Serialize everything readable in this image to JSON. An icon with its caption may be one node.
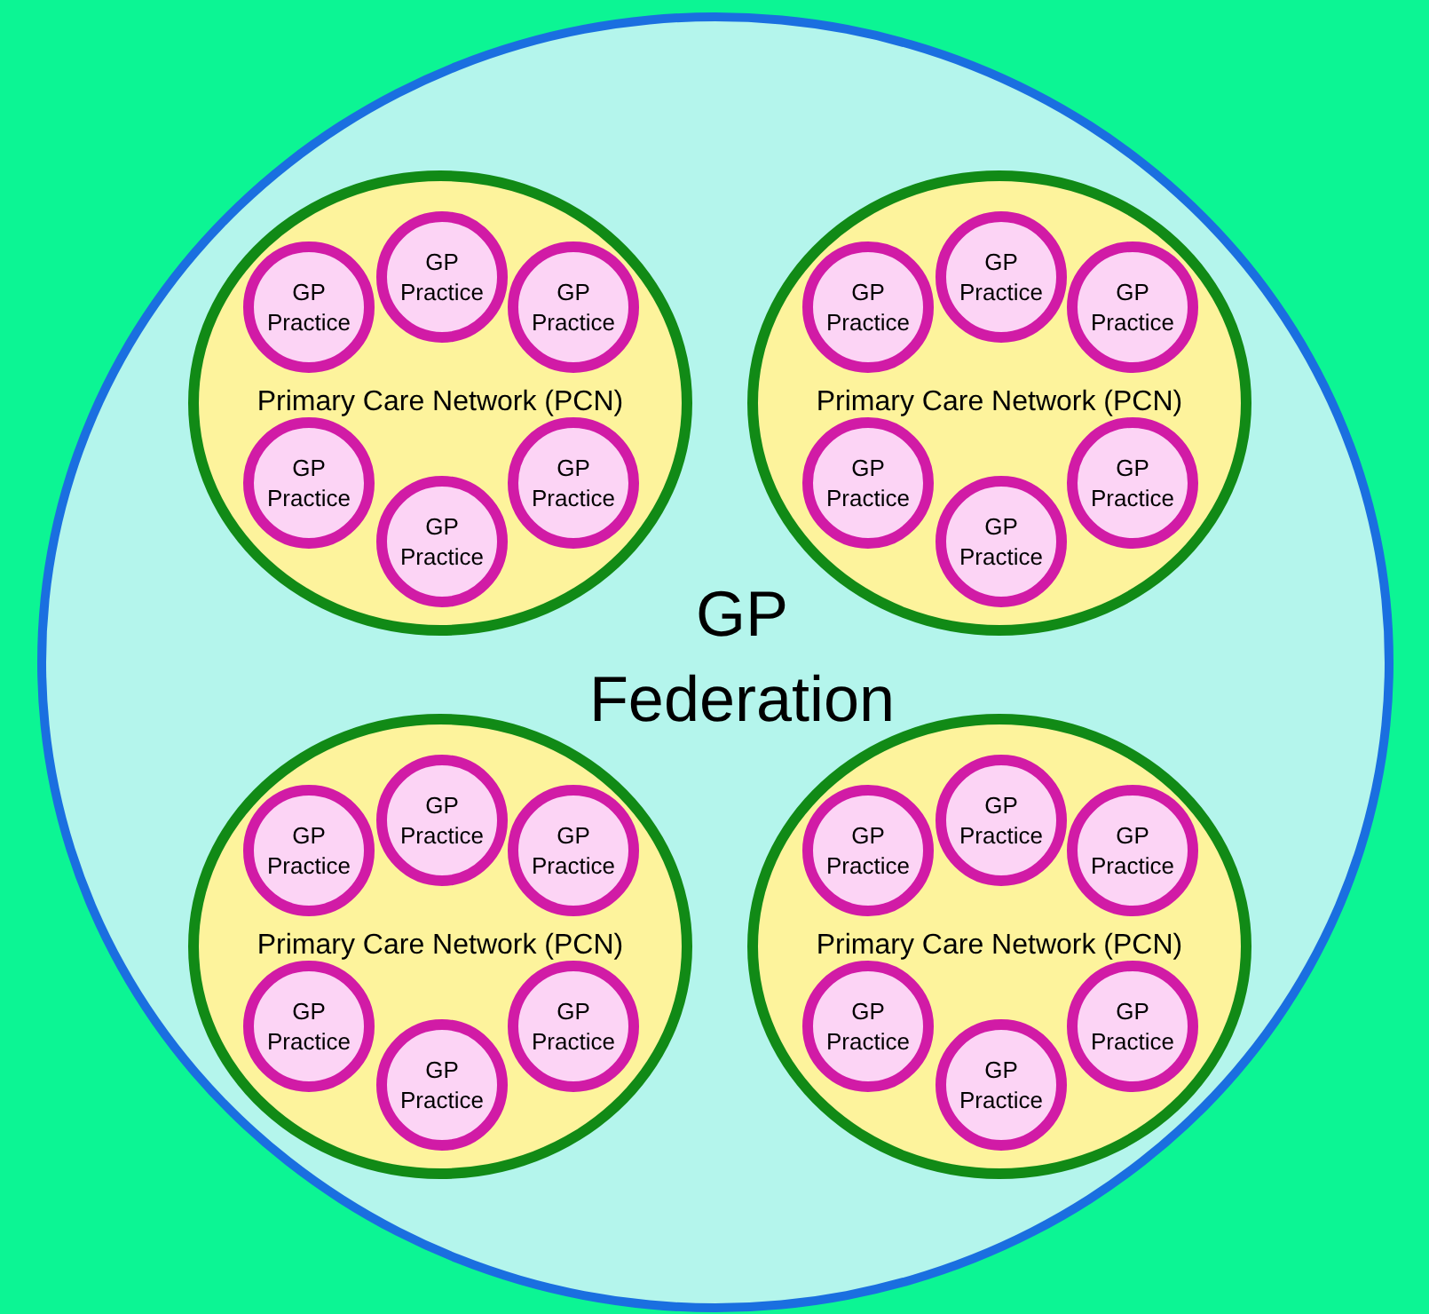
{
  "diagram": {
    "nodes": [
      {
        "text": [
          "GP Federation"
        ]
      },
      {
        "text": [
          "Primary Care Network (PCN)"
        ],
        "in": 0
      },
      {
        "text": [
          "GP Practice"
        ],
        "in": 1
      },
      {
        "text": [
          "GP Practice"
        ],
        "in": 1
      },
      {
        "text": [
          "GP Practice"
        ],
        "in": 1
      },
      {
        "text": [
          "GP Practice"
        ],
        "in": 1
      },
      {
        "text": [
          "GP Practice"
        ],
        "in": 1
      },
      {
        "text": [
          "GP Practice"
        ],
        "in": 1
      },
      {
        "text": [
          "Primary Care Network (PCN)"
        ],
        "in": 0
      },
      {
        "text": [
          "GP Practice"
        ],
        "in": 8
      },
      {
        "text": [
          "GP Practice"
        ],
        "in": 8
      },
      {
        "text": [
          "GP Practice"
        ],
        "in": 8
      },
      {
        "text": [
          "GP Practice"
        ],
        "in": 8
      },
      {
        "text": [
          "GP Practice"
        ],
        "in": 8
      },
      {
        "text": [
          "GP Practice"
        ],
        "in": 8
      },
      {
        "text": [
          "Primary Care Network (PCN)"
        ],
        "in": 0
      },
      {
        "text": [
          "GP Practice"
        ],
        "in": 15
      },
      {
        "text": [
          "GP Practice"
        ],
        "in": 15
      },
      {
        "text": [
          "GP Practice"
        ],
        "in": 15
      },
      {
        "text": [
          "GP Practice"
        ],
        "in": 15
      },
      {
        "text": [
          "GP Practice"
        ],
        "in": 15
      },
      {
        "text": [
          "GP Practice"
        ],
        "in": 15
      },
      {
        "text": [
          "Primary Care Network (PCN)"
        ],
        "in": 0
      },
      {
        "text": [
          "GP Practice"
        ],
        "in": 22
      },
      {
        "text": [
          "GP Practice"
        ],
        "in": 22
      },
      {
        "text": [
          "GP Practice"
        ],
        "in": 22
      },
      {
        "text": [
          "GP Practice"
        ],
        "in": 22
      },
      {
        "text": [
          "GP Practice"
        ],
        "in": 22
      },
      {
        "text": [
          "GP Practice"
        ],
        "in": 22
      }
    ]
  }
}
